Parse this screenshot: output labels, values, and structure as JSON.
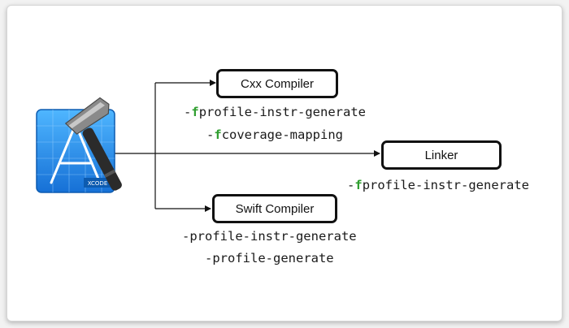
{
  "boxes": {
    "cxx": "Cxx Compiler",
    "linker": "Linker",
    "swift": "Swift Compiler"
  },
  "cxx_flags": [
    {
      "dash": "-",
      "f": "f",
      "rest": "profile-instr-generate"
    },
    {
      "dash": "-",
      "f": "f",
      "rest": "coverage-mapping"
    }
  ],
  "linker_flags": [
    {
      "dash": "-",
      "f": "f",
      "rest": "profile-instr-generate"
    }
  ],
  "swift_flags": [
    "-profile-instr-generate",
    "-profile-generate"
  ],
  "icon": {
    "name": "xcode-icon",
    "badge_text": "XCODE"
  },
  "colors": {
    "flag_f": "#2e9e2e",
    "icon_blue": "#1a8ff0"
  }
}
